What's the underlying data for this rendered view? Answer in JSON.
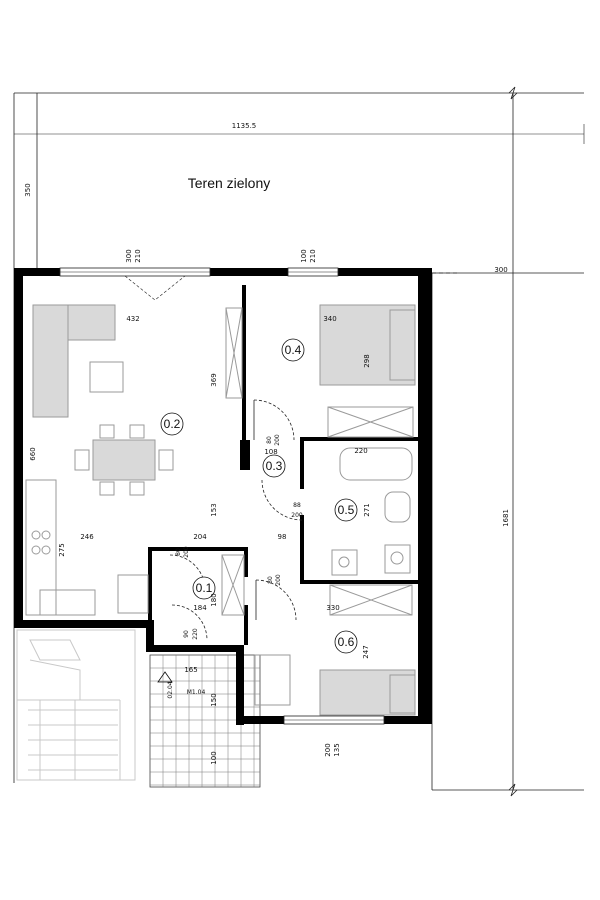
{
  "labels": {
    "area": "Teren zielony",
    "total_width": "1135.5",
    "left_depth": "350",
    "right_offset": "300",
    "right_length": "1681",
    "left_height": "660"
  },
  "rooms": [
    {
      "id": "0.1"
    },
    {
      "id": "0.2"
    },
    {
      "id": "0.3"
    },
    {
      "id": "0.4"
    },
    {
      "id": "0.5"
    },
    {
      "id": "0.6"
    }
  ],
  "dimensions": {
    "win1_a": "300",
    "win1_b": "210",
    "win2_a": "100",
    "win2_b": "210",
    "d432": "432",
    "d340": "340",
    "d369": "369",
    "d298": "298",
    "d108": "108",
    "d220": "220",
    "d271": "271",
    "d153": "153",
    "d246": "246",
    "d204": "204",
    "d98": "98",
    "d275": "275",
    "d184": "184",
    "d180": "180",
    "d330": "330",
    "d247": "247",
    "d165": "165",
    "d150": "150",
    "d100": "100",
    "bot_a": "200",
    "bot_b": "135",
    "door_a": "80",
    "door_b": "200",
    "door_c": "90",
    "door_d": "220",
    "door_e": "88",
    "door_f": "200"
  },
  "stair_tag": {
    "up": "02.04",
    "code": "M1.04"
  }
}
